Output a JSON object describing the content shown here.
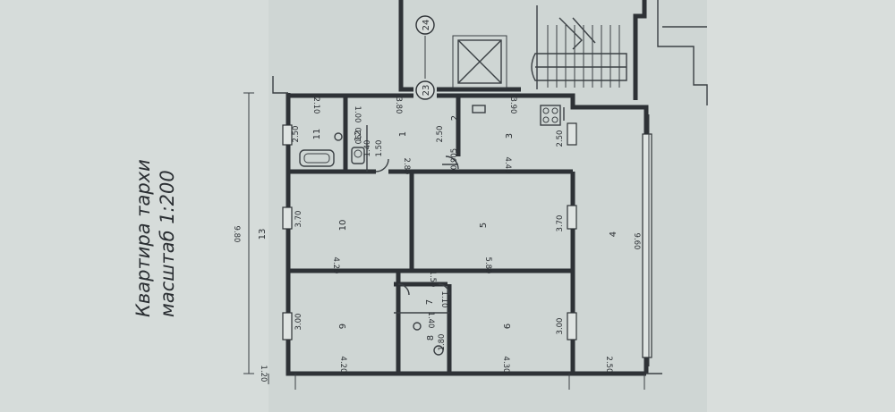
{
  "plan": {
    "title": "Квартира тархи",
    "scale": "масштаб 1:200",
    "axes": [
      "24",
      "23"
    ],
    "rooms": [
      {
        "id": "1",
        "label": "1"
      },
      {
        "id": "2",
        "label": "2"
      },
      {
        "id": "3",
        "label": "3"
      },
      {
        "id": "4",
        "label": "4"
      },
      {
        "id": "5",
        "label": "5"
      },
      {
        "id": "6",
        "label": "6"
      },
      {
        "id": "7",
        "label": "7"
      },
      {
        "id": "8",
        "label": "8"
      },
      {
        "id": "9",
        "label": "9"
      },
      {
        "id": "10",
        "label": "10"
      },
      {
        "id": "11",
        "label": "11"
      },
      {
        "id": "12",
        "label": "12"
      },
      {
        "id": "13",
        "label": "13"
      }
    ],
    "dimensions": {
      "d_210": "2.10",
      "d_100": "1.00",
      "d_090": "0.90",
      "d_380": "3.80",
      "d_390": "3.90",
      "d_250_top": "2.50",
      "d_250_mid": "2.50",
      "d_250_right": "2.50",
      "d_250_bottom": "2.50",
      "d_140": "1.40",
      "d_150_top": "1.50",
      "d_280": "2.80",
      "d_0905": "0.905",
      "d_440": "4.40",
      "d_370_left": "3.70",
      "d_370_right": "3.70",
      "d_420_top": "4.20",
      "d_580": "5.80",
      "d_980": "9.80",
      "d_960": "9.60",
      "d_150_mid": "1.50",
      "d_110": "1.10",
      "d_140_b": "1.40",
      "d_180": "1.80",
      "d_300_left": "3.00",
      "d_300_right": "3.00",
      "d_420_bottom": "4.20",
      "d_430": "4.30",
      "d_120": "1.20"
    }
  }
}
